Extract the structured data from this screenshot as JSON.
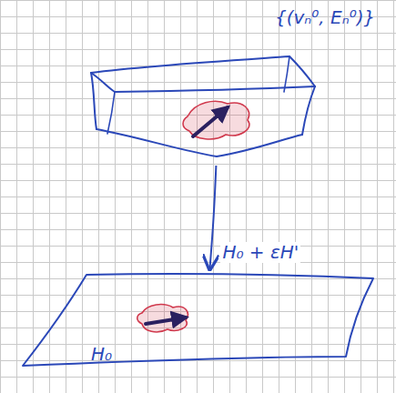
{
  "diagram": {
    "nodes": [
      {
        "text": [
          "{(vₙ⁰, Eₙ⁰)}"
        ]
      },
      {
        "text": [
          "H₀"
        ]
      }
    ],
    "edges": [
      {
        "from": 0,
        "to": 1,
        "arrow": "to",
        "label": "H₀ + εH'"
      }
    ]
  }
}
